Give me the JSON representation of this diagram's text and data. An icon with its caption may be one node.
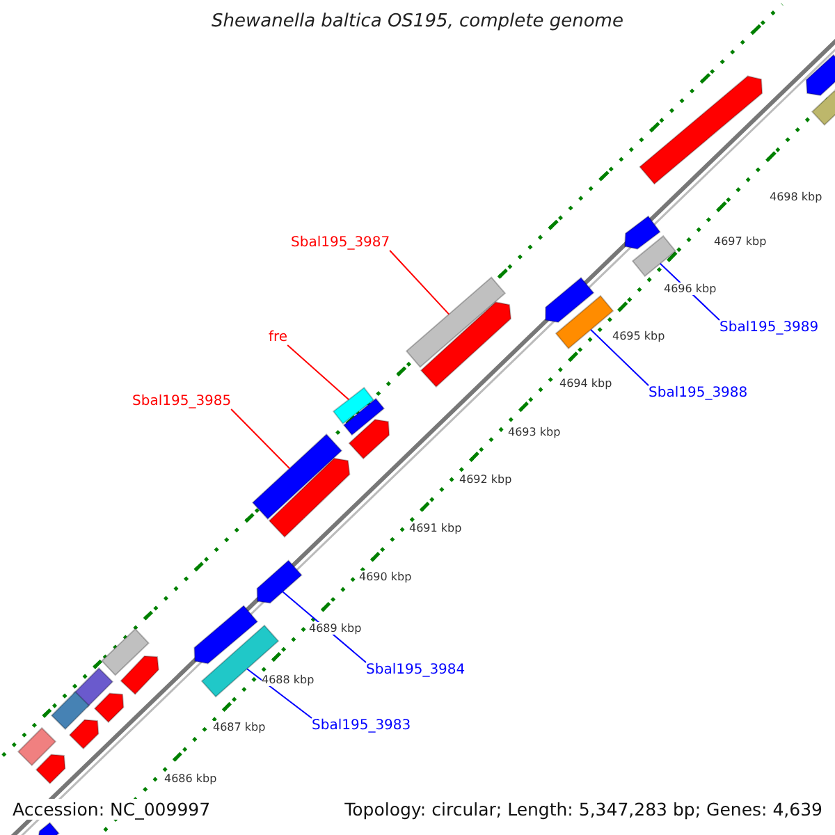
{
  "diagram": {
    "title": "Shewanella baltica OS195, complete genome",
    "nodes": [
      {
        "text": [
          "Sbal195_3987"
        ]
      },
      {
        "text": [
          "fre"
        ]
      },
      {
        "text": [
          "Sbal195_3985"
        ]
      },
      {
        "text": [
          "Sbal195_3989"
        ]
      },
      {
        "text": [
          "Sbal195_3988"
        ]
      },
      {
        "text": [
          "Sbal195_3984"
        ]
      },
      {
        "text": [
          "Sbal195_3983"
        ]
      },
      {
        "text": [],
        "shape": "bar"
      },
      {
        "text": [],
        "shape": "bar"
      },
      {
        "text": [],
        "shape": "bar"
      },
      {
        "text": [],
        "shape": "bar"
      },
      {
        "text": [],
        "shape": "bar"
      },
      {
        "text": [],
        "shape": "bar"
      },
      {
        "text": [],
        "shape": "bar"
      },
      {
        "text": [],
        "shape": "bar"
      },
      {
        "text": [],
        "shape": "bar"
      },
      {
        "text": [],
        "shape": "bar"
      },
      {
        "text": [],
        "shape": "bar"
      },
      {
        "text": [],
        "shape": "bar"
      },
      {
        "text": [],
        "shape": "bar"
      },
      {
        "text": [],
        "shape": "bar"
      },
      {
        "text": [],
        "shape": "bar"
      },
      {
        "text": [],
        "shape": "bar"
      },
      {
        "text": [],
        "shape": "bar"
      },
      {
        "text": [],
        "shape": "bar"
      },
      {
        "text": [],
        "shape": "bar"
      },
      {
        "text": [],
        "shape": "bar"
      },
      {
        "text": [],
        "shape": "bar"
      },
      {
        "text": [],
        "shape": "bar"
      },
      {
        "text": [],
        "shape": "bar"
      },
      {
        "text": [],
        "shape": "bar"
      },
      {
        "text": [],
        "shape": "bar"
      },
      {
        "text": [],
        "shape": "bar"
      }
    ],
    "edges": [
      {
        "from": 0,
        "to": 7,
        "arrow": "none",
        "color": "#ff0000"
      },
      {
        "from": 1,
        "to": 8,
        "arrow": "none",
        "color": "#ff0000"
      },
      {
        "from": 2,
        "to": 9,
        "arrow": "none",
        "color": "#ff0000"
      },
      {
        "from": 3,
        "to": 10,
        "arrow": "none"
      },
      {
        "from": 4,
        "to": 11,
        "arrow": "none"
      },
      {
        "from": 5,
        "to": 12,
        "arrow": "none"
      },
      {
        "from": 6,
        "to": 13,
        "arrow": "none"
      }
    ],
    "labels": [
      "4698 kbp",
      "4697 kbp",
      "4696 kbp",
      "4695 kbp",
      "4694 kbp",
      "4693 kbp",
      "4692 kbp",
      "4691 kbp",
      "4690 kbp",
      "4689 kbp",
      "4688 kbp",
      "4687 kbp",
      "4686 kbp",
      "Accession: NC_009997",
      "Topology: circular; Length: 5,347,283 bp; Genes: 4,639"
    ]
  }
}
